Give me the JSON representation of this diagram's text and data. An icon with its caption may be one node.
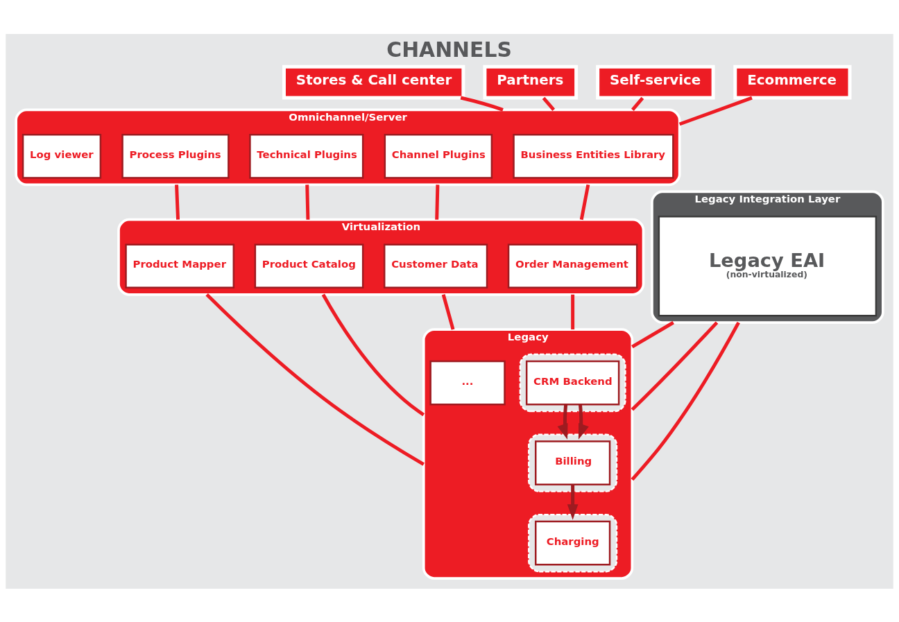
{
  "diagram": {
    "title": "CHANNELS",
    "nodes": [
      {
        "text": [
          "Stores & Call center"
        ]
      },
      {
        "text": [
          "Partners"
        ]
      },
      {
        "text": [
          "Self-service"
        ]
      },
      {
        "text": [
          "Ecommerce"
        ]
      },
      {
        "text": [
          "Omnichannel/Server"
        ]
      },
      {
        "text": [
          "Business Entities Library"
        ],
        "in": 4
      },
      {
        "text": [
          "Technical Plugins"
        ],
        "in": 4
      },
      {
        "text": [
          "Process Plugins"
        ],
        "in": 4
      },
      {
        "text": [
          "Channel Plugins"
        ],
        "in": 4
      },
      {
        "text": [
          "Log viewer"
        ],
        "in": 4
      },
      {
        "text": [
          "Virtualization"
        ]
      },
      {
        "text": [
          "Order Management"
        ],
        "in": 10
      },
      {
        "text": [
          "Product Catalog"
        ],
        "in": 10
      },
      {
        "text": [
          "Product Mapper"
        ],
        "in": 10
      },
      {
        "text": [
          "Customer Data"
        ],
        "in": 10
      },
      {
        "text": [
          "Legacy Integration Layer"
        ]
      },
      {
        "text": [
          "Legacy EAI",
          "(non-virtualized)"
        ],
        "in": 15
      },
      {
        "text": [
          "Legacy"
        ]
      },
      {
        "text": [],
        "shape": "box",
        "in": 17
      },
      {
        "text": [
          "CRM Backend"
        ],
        "in": 18
      },
      {
        "text": [],
        "shape": "box",
        "in": 17
      },
      {
        "text": [
          "Billing"
        ],
        "in": 20
      },
      {
        "text": [],
        "shape": "box",
        "in": 17
      },
      {
        "text": [
          "Charging"
        ],
        "in": 22
      },
      {
        "text": [
          "..."
        ],
        "in": 17
      }
    ],
    "edges": [
      {
        "from": 0,
        "to": 4,
        "arrow": "none"
      },
      {
        "from": 1,
        "to": 4,
        "arrow": "none"
      },
      {
        "from": 2,
        "to": 4,
        "arrow": "none"
      },
      {
        "from": 3,
        "to": 4,
        "arrow": "none"
      },
      {
        "from": 4,
        "to": 10,
        "arrow": "none"
      },
      {
        "from": 4,
        "to": 10,
        "arrow": "none"
      },
      {
        "from": 4,
        "to": 10,
        "arrow": "none"
      },
      {
        "from": 4,
        "to": 10,
        "arrow": "none"
      },
      {
        "from": 10,
        "to": 17,
        "arrow": "none"
      },
      {
        "from": 10,
        "to": 17,
        "arrow": "none"
      },
      {
        "from": 10,
        "to": 17,
        "arrow": "none"
      },
      {
        "from": 10,
        "to": 17,
        "arrow": "none"
      },
      {
        "from": 15,
        "to": 17,
        "arrow": "none"
      },
      {
        "from": 15,
        "to": 17,
        "arrow": "none"
      },
      {
        "from": 15,
        "to": 17,
        "arrow": "none"
      },
      {
        "from": 19,
        "to": 20,
        "arrow": "to",
        "color": "#9e1b20"
      },
      {
        "from": 19,
        "to": 20,
        "arrow": "to",
        "color": "#9e1b20"
      },
      {
        "from": 21,
        "to": 22,
        "arrow": "to",
        "color": "#9e1b20"
      }
    ]
  }
}
